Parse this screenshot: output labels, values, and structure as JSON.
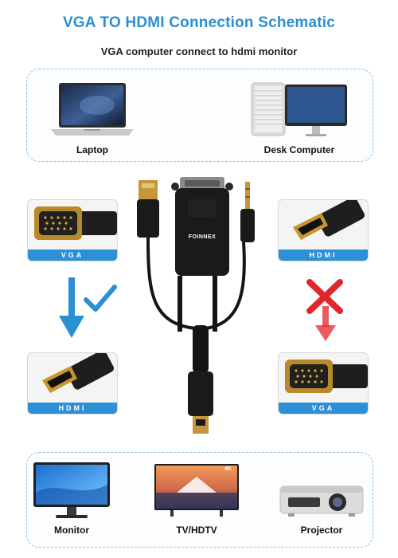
{
  "header": {
    "title": "VGA TO HDMI Connection Schematic",
    "subtitle": "VGA computer  connect to hdmi monitor"
  },
  "sources": {
    "laptop_label": "Laptop",
    "desk_label": "Desk Computer"
  },
  "ports": {
    "left_top": "VGA",
    "right_top": "HDMI",
    "left_bottom": "HDMI",
    "right_bottom": "VGA"
  },
  "cable": {
    "brand": "FOINNEX"
  },
  "displays": {
    "monitor_label": "Monitor",
    "tv_label": "TV/HDTV",
    "projector_label": "Projector",
    "tv_badge": "4K"
  },
  "colors": {
    "accent": "#2b8fd4",
    "check": "#2b8fd4",
    "cross": "#e0262b"
  },
  "icons": {
    "valid": "check-icon",
    "invalid": "cross-icon"
  }
}
